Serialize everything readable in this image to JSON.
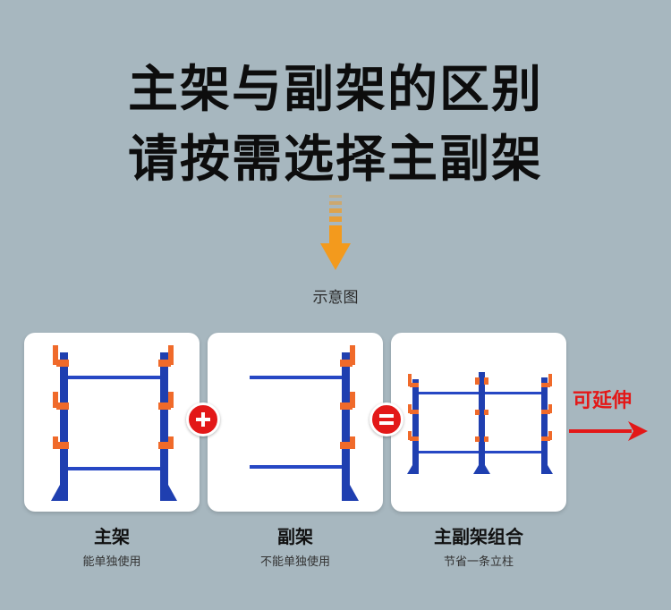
{
  "heading": {
    "line1": "主架与副架的区别",
    "line2": "请按需选择主副架"
  },
  "diagram_caption": "示意图",
  "cards": [
    {
      "title": "主架",
      "subtitle": "能单独使用"
    },
    {
      "title": "副架",
      "subtitle": "不能单独使用"
    },
    {
      "title": "主副架组合",
      "subtitle": "节省一条立柱"
    }
  ],
  "operators": {
    "plus": "+",
    "equals": "="
  },
  "extend_label": "可延伸",
  "colors": {
    "background": "#a7b7bf",
    "arrow_orange": "#f39a1d",
    "upright_blue": "#1f3fb0",
    "arm_orange": "#f06a2a",
    "accent_red": "#e31818"
  },
  "icons": {
    "down_arrow": "down-arrow-icon",
    "plus": "plus-icon",
    "equals": "equals-icon",
    "right_arrow": "right-arrow-icon"
  }
}
